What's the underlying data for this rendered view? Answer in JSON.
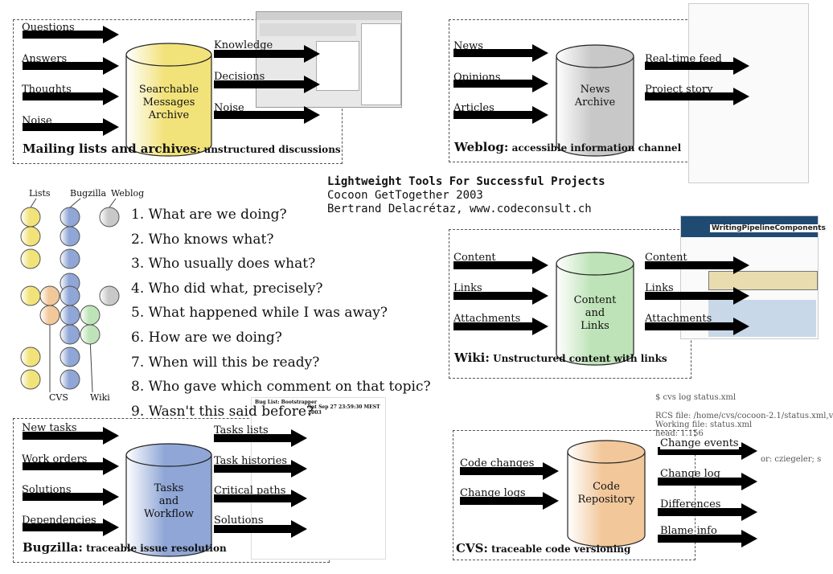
{
  "title": {
    "line1": "Lightweight Tools For Successful Projects",
    "line2": "Cocoon GetTogether 2003",
    "line3": "Bertrand Delacrétaz, www.codeconsult.ch"
  },
  "mailing": {
    "inputs": [
      "Questions",
      "Answers",
      "Thoughts",
      "Noise"
    ],
    "store": [
      "Searchable",
      "Messages",
      "Archive"
    ],
    "outputs": [
      "Knowledge",
      "Decisions",
      "Noise"
    ],
    "caption_bold": "Mailing lists and archives",
    "caption_rest": ": unstructured discussions"
  },
  "weblog": {
    "inputs": [
      "News",
      "Opinions",
      "Articles"
    ],
    "store": [
      "News",
      "Archive"
    ],
    "outputs": [
      "Real-time feed",
      "Project story"
    ],
    "caption_bold": "Weblog:",
    "caption_rest": " accessible information channel"
  },
  "wiki": {
    "inputs": [
      "Content",
      "Links",
      "Attachments"
    ],
    "store": [
      "Content",
      "and",
      "Links"
    ],
    "outputs": [
      "Content",
      "Links",
      "Attachments"
    ],
    "caption_bold": "Wiki:",
    "caption_rest": " Unstructured content with links",
    "thumb_title": "WritingPipelineComponents"
  },
  "bugzilla": {
    "inputs": [
      "New tasks",
      "Work orders",
      "Solutions",
      "Dependencies"
    ],
    "store": [
      "Tasks",
      "and",
      "Workflow"
    ],
    "outputs": [
      "Tasks lists",
      "Task histories",
      "Critical paths",
      "Solutions"
    ],
    "caption_bold": "Bugzilla:",
    "caption_rest": " traceable issue resolution",
    "thumb_title": "Bug List: Bootstrapper",
    "thumb_date": "Sat Sep 27 23:59:30 MEST 2003"
  },
  "cvs": {
    "inputs": [
      "Code changes",
      "Change logs"
    ],
    "store": [
      "Code",
      "Repository"
    ],
    "outputs": [
      "Change events",
      "Change log",
      "Differences",
      "Blame info"
    ],
    "caption_bold": "CVS:",
    "caption_rest": " traceable code versioning",
    "log": {
      "cmd": "$ cvs log status.xml",
      "rcs": "RCS file: /home/cvs/cocoon-2.1/status.xml,v",
      "working": "Working file: status.xml",
      "head": "head: 1.156",
      "author": "or: cziegeler;  s"
    }
  },
  "matrix": {
    "top_labels": [
      "Lists",
      "Bugzilla",
      "Weblog"
    ],
    "bottom_labels": [
      "CVS",
      "Wiki"
    ],
    "questions": [
      "1. What are we doing?",
      "2. Who knows what?",
      "3. Who usually does what?",
      "4. Who did what, precisely?",
      "5. What happened while I was away?",
      "6. How are we doing?",
      "7. When will this be ready?",
      "8. Who gave which comment on that topic?",
      "9. Wasn't this said before?"
    ]
  },
  "colors": {
    "mailing": "#f2e27a",
    "weblog": "#c8c8c8",
    "wiki": "#bfe3b8",
    "bugzilla": "#8fa6d6",
    "cvs": "#f2c79a"
  }
}
